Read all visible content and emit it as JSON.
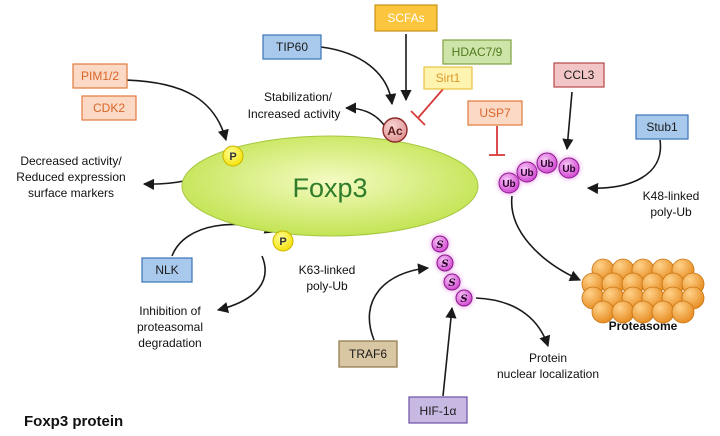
{
  "diagram": {
    "center": "Foxp3",
    "caption": "Foxp3 protein",
    "proteasome": "Proteasome",
    "marks": {
      "phospho": "P",
      "acetyl": "Ac",
      "ub": "Ub",
      "k63": "S"
    },
    "boxes": {
      "scfas": "SCFAs",
      "tip60": "TIP60",
      "hdac": "HDAC7/9",
      "sirt1": "Sirt1",
      "pim": "PIM1/2",
      "cdk2": "CDK2",
      "ccl3": "CCL3",
      "usp7": "USP7",
      "stub1": "Stub1",
      "nlk": "NLK",
      "traf6": "TRAF6",
      "hif": "HIF-1α"
    },
    "labels": {
      "stab": [
        "Stabilization/",
        "Increased activity"
      ],
      "decreased": [
        "Decreased activity/",
        "Reduced expression",
        "surface markers"
      ],
      "k48": [
        "K48-linked",
        "poly-Ub"
      ],
      "k63": [
        "K63-linked",
        "poly-Ub"
      ],
      "inhibition": [
        "Inhibition of",
        "proteasomal",
        "degradation"
      ],
      "nuclear": [
        "Protein",
        "nuclear localization"
      ]
    },
    "colors": {
      "orange_fill": "#fbd9c4",
      "orange_stroke": "#e07a3c",
      "orange_text": "#d9662a",
      "blue_fill": "#a9c9ec",
      "blue_stroke": "#3a73b8",
      "yellow_fill": "#fbc63e",
      "yellow_stroke": "#c99316",
      "green_fill": "#cfe4a8",
      "green_stroke": "#7fa243",
      "green_text": "#4e7a1f",
      "sirt_fill": "#fff3b0",
      "sirt_stroke": "#e8c440",
      "sirt_text": "#d9982a",
      "tan_fill": "#d8c7a2",
      "tan_stroke": "#8c7448",
      "purple_fill": "#c8b9e2",
      "purple_stroke": "#6a50a8",
      "red_fill": "#f2c6c6",
      "red_stroke": "#b84848",
      "foxp3_fill": "#d6f07a",
      "foxp3_text": "#2f7d2a",
      "ub_fill": "#cc33cc",
      "proteasome_fill": "#f4a33a",
      "inhibit": "#d73a3a"
    }
  }
}
